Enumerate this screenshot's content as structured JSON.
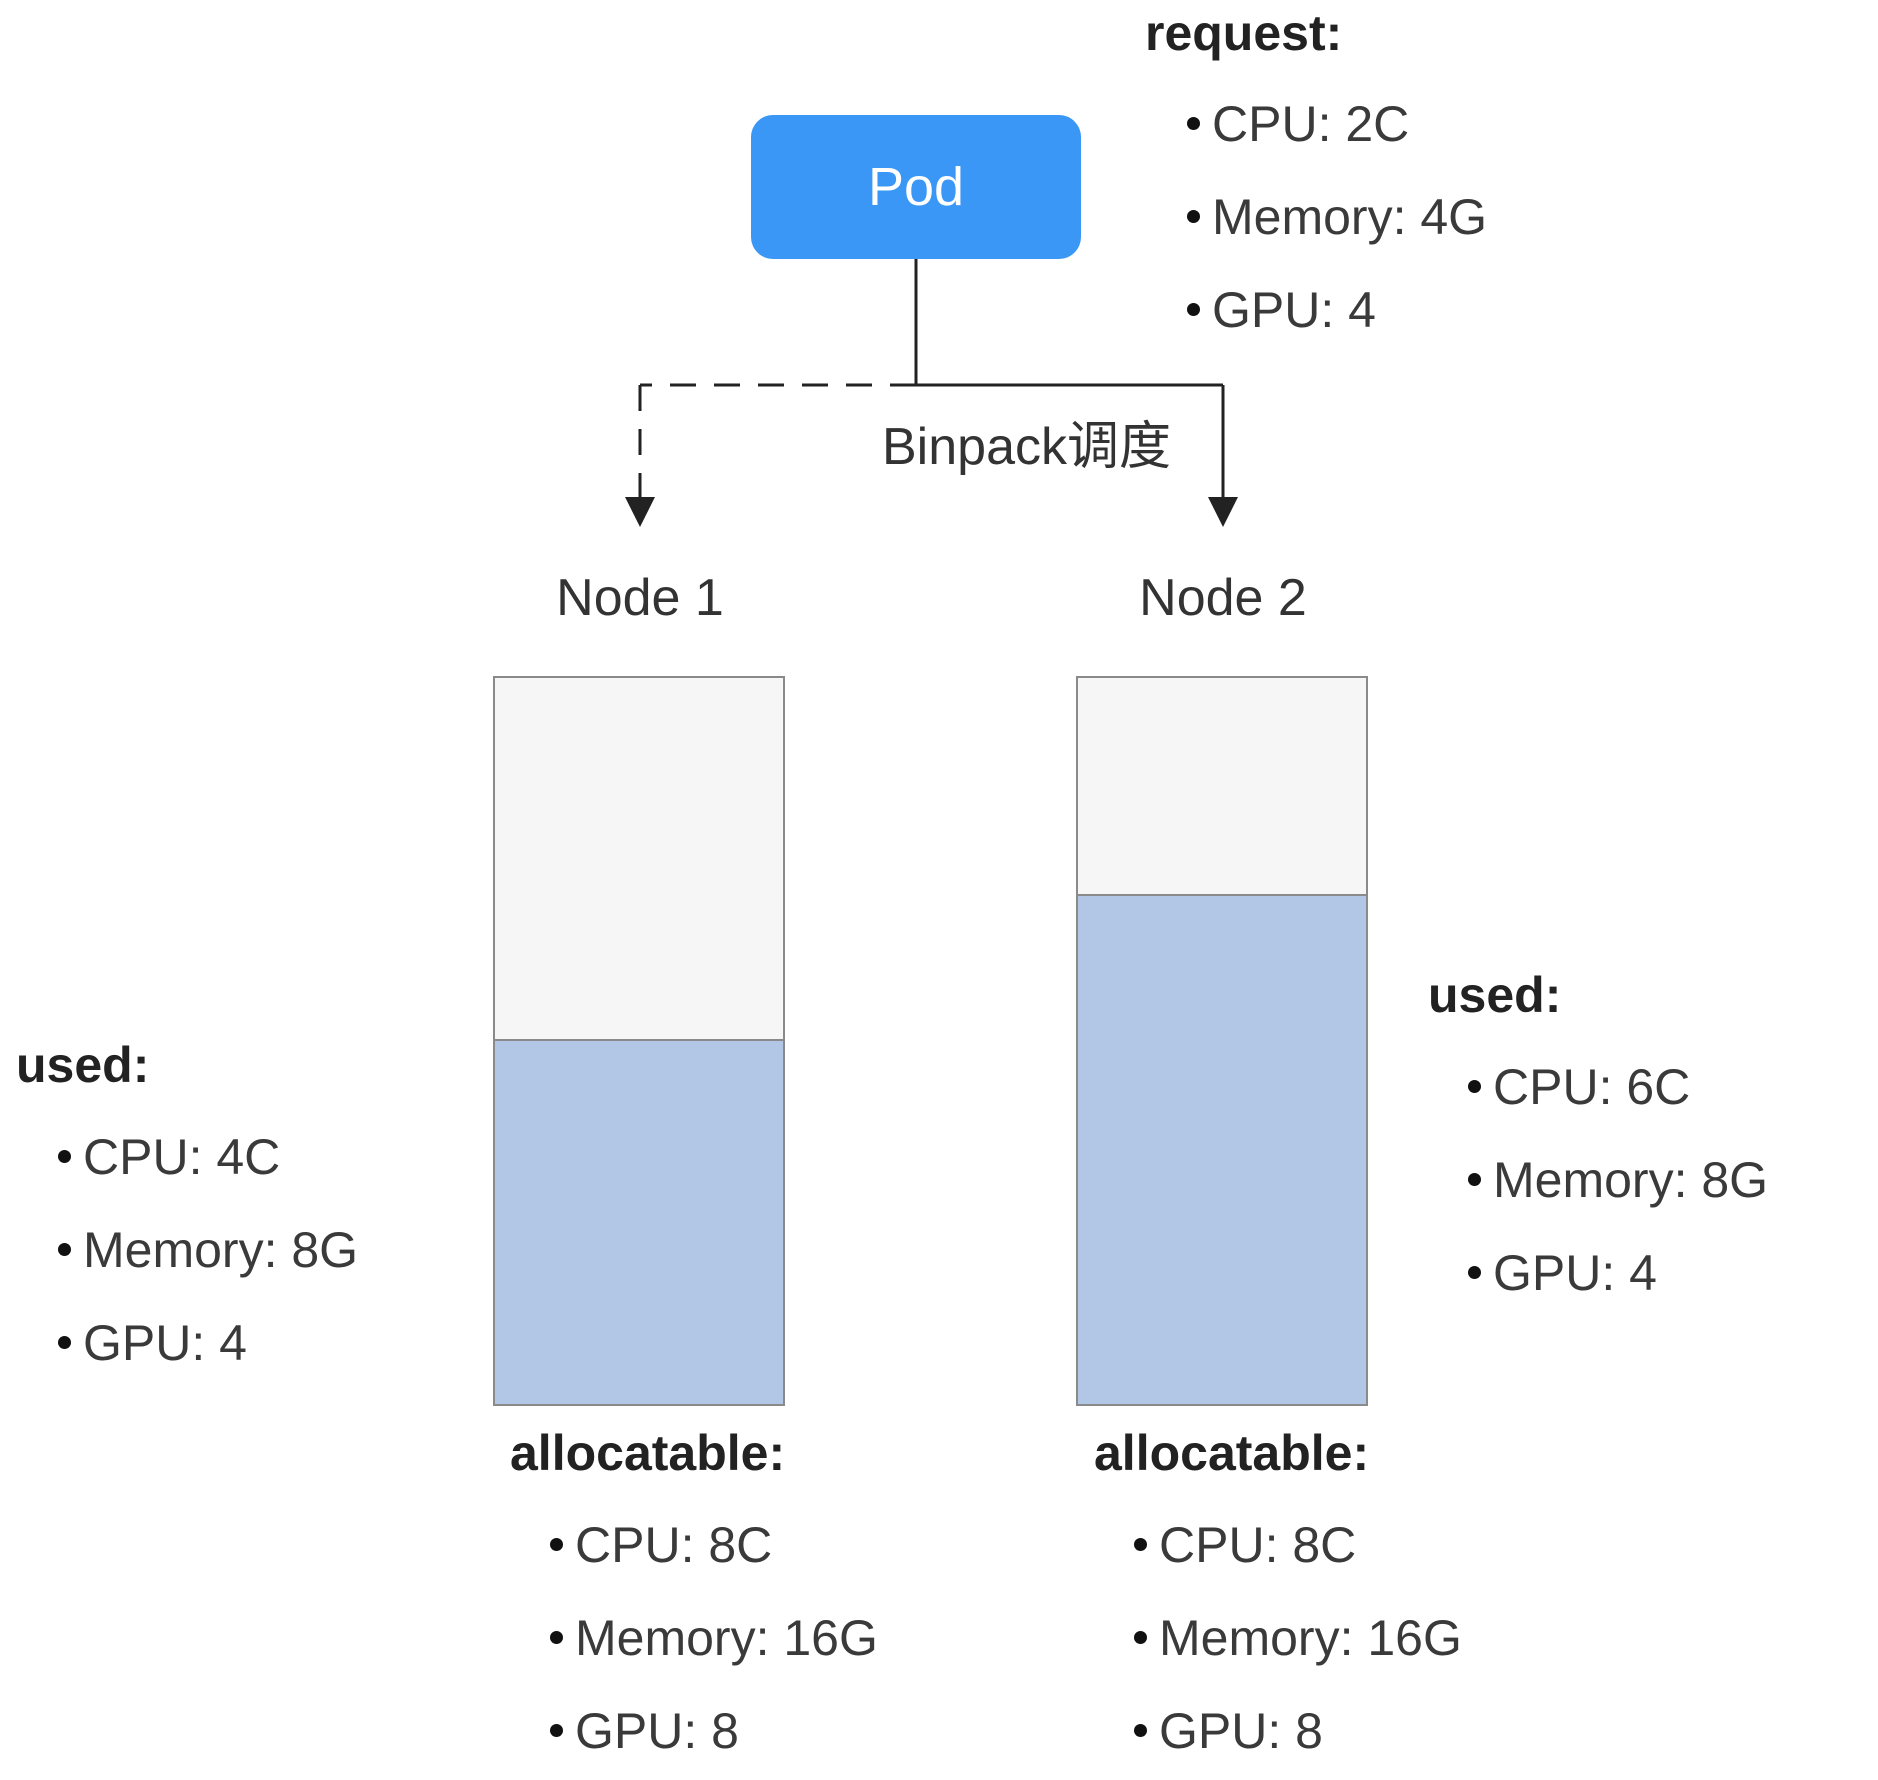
{
  "pod": {
    "label": "Pod",
    "color": "#3a97f5"
  },
  "request": {
    "heading": "request:",
    "items": [
      {
        "name": "CPU",
        "value": "2C"
      },
      {
        "name": "Memory",
        "value": "4G"
      },
      {
        "name": "GPU",
        "value": "4"
      }
    ]
  },
  "edge_label": "Binpack调度",
  "nodes": [
    {
      "title": "Node 1",
      "used_fraction": 0.5,
      "used": {
        "heading": "used:",
        "items": [
          {
            "name": "CPU",
            "value": "4C"
          },
          {
            "name": "Memory",
            "value": "8G"
          },
          {
            "name": "GPU",
            "value": "4"
          }
        ]
      },
      "allocatable": {
        "heading": "allocatable:",
        "items": [
          {
            "name": "CPU",
            "value": "8C"
          },
          {
            "name": "Memory",
            "value": "16G"
          },
          {
            "name": "GPU",
            "value": "8"
          }
        ]
      }
    },
    {
      "title": "Node 2",
      "used_fraction": 0.7,
      "used": {
        "heading": "used:",
        "items": [
          {
            "name": "CPU",
            "value": "6C"
          },
          {
            "name": "Memory",
            "value": "8G"
          },
          {
            "name": "GPU",
            "value": "4"
          }
        ]
      },
      "allocatable": {
        "heading": "allocatable:",
        "items": [
          {
            "name": "CPU",
            "value": "8C"
          },
          {
            "name": "Memory",
            "value": "16G"
          },
          {
            "name": "GPU",
            "value": "8"
          }
        ]
      }
    }
  ],
  "colors": {
    "used_fill": "#b1c7e5",
    "free_fill": "#f6f6f6",
    "border": "#8a8a8a"
  }
}
